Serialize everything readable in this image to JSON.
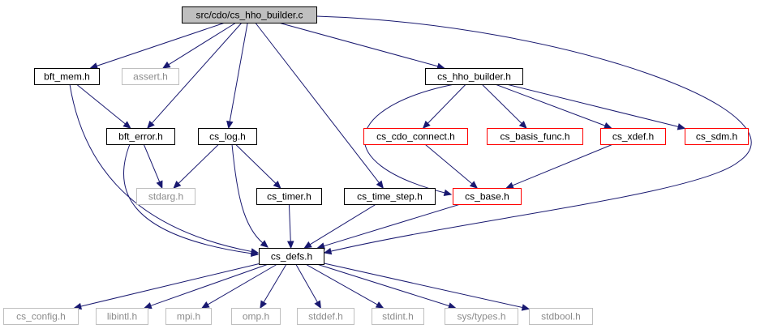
{
  "colors": {
    "edge": "#191970",
    "root_fill": "#bfbfbf",
    "solid_border": "#000000",
    "red_border": "#ff0000",
    "gray_border": "#bfbfbf",
    "gray_text": "#8c8c8c"
  },
  "nodes": {
    "cs_hho_builder_c": {
      "label": "src/cdo/cs_hho_builder.c",
      "style": "root"
    },
    "bft_mem_h": {
      "label": "bft_mem.h",
      "style": "solid"
    },
    "assert_h": {
      "label": "assert.h",
      "style": "gray"
    },
    "cs_hho_builder_h": {
      "label": "cs_hho_builder.h",
      "style": "solid"
    },
    "bft_error_h": {
      "label": "bft_error.h",
      "style": "solid"
    },
    "cs_log_h": {
      "label": "cs_log.h",
      "style": "solid"
    },
    "cs_cdo_connect_h": {
      "label": "cs_cdo_connect.h",
      "style": "red"
    },
    "cs_basis_func_h": {
      "label": "cs_basis_func.h",
      "style": "red"
    },
    "cs_xdef_h": {
      "label": "cs_xdef.h",
      "style": "red"
    },
    "cs_sdm_h": {
      "label": "cs_sdm.h",
      "style": "red"
    },
    "stdarg_h": {
      "label": "stdarg.h",
      "style": "gray"
    },
    "cs_timer_h": {
      "label": "cs_timer.h",
      "style": "solid"
    },
    "cs_time_step_h": {
      "label": "cs_time_step.h",
      "style": "solid"
    },
    "cs_base_h": {
      "label": "cs_base.h",
      "style": "red"
    },
    "cs_defs_h": {
      "label": "cs_defs.h",
      "style": "solid"
    },
    "cs_config_h": {
      "label": "cs_config.h",
      "style": "gray"
    },
    "libintl_h": {
      "label": "libintl.h",
      "style": "gray"
    },
    "mpi_h": {
      "label": "mpi.h",
      "style": "gray"
    },
    "omp_h": {
      "label": "omp.h",
      "style": "gray"
    },
    "stddef_h": {
      "label": "stddef.h",
      "style": "gray"
    },
    "stdint_h": {
      "label": "stdint.h",
      "style": "gray"
    },
    "sys_types_h": {
      "label": "sys/types.h",
      "style": "gray"
    },
    "stdbool_h": {
      "label": "stdbool.h",
      "style": "gray"
    }
  },
  "edges": [
    [
      "cs_hho_builder_c",
      "bft_mem_h"
    ],
    [
      "cs_hho_builder_c",
      "assert_h"
    ],
    [
      "cs_hho_builder_c",
      "bft_error_h"
    ],
    [
      "cs_hho_builder_c",
      "cs_log_h"
    ],
    [
      "cs_hho_builder_c",
      "cs_time_step_h"
    ],
    [
      "cs_hho_builder_c",
      "cs_hho_builder_h"
    ],
    [
      "cs_hho_builder_c",
      "cs_defs_h"
    ],
    [
      "bft_mem_h",
      "bft_error_h"
    ],
    [
      "bft_mem_h",
      "cs_defs_h"
    ],
    [
      "bft_error_h",
      "stdarg_h"
    ],
    [
      "bft_error_h",
      "cs_defs_h"
    ],
    [
      "cs_log_h",
      "stdarg_h"
    ],
    [
      "cs_log_h",
      "cs_timer_h"
    ],
    [
      "cs_log_h",
      "cs_defs_h"
    ],
    [
      "cs_timer_h",
      "cs_defs_h"
    ],
    [
      "cs_time_step_h",
      "cs_defs_h"
    ],
    [
      "cs_hho_builder_h",
      "cs_cdo_connect_h"
    ],
    [
      "cs_hho_builder_h",
      "cs_basis_func_h"
    ],
    [
      "cs_hho_builder_h",
      "cs_xdef_h"
    ],
    [
      "cs_hho_builder_h",
      "cs_sdm_h"
    ],
    [
      "cs_hho_builder_h",
      "cs_base_h"
    ],
    [
      "cs_cdo_connect_h",
      "cs_base_h"
    ],
    [
      "cs_xdef_h",
      "cs_base_h"
    ],
    [
      "cs_base_h",
      "cs_defs_h"
    ],
    [
      "cs_defs_h",
      "cs_config_h"
    ],
    [
      "cs_defs_h",
      "libintl_h"
    ],
    [
      "cs_defs_h",
      "mpi_h"
    ],
    [
      "cs_defs_h",
      "omp_h"
    ],
    [
      "cs_defs_h",
      "stddef_h"
    ],
    [
      "cs_defs_h",
      "stdint_h"
    ],
    [
      "cs_defs_h",
      "sys_types_h"
    ],
    [
      "cs_defs_h",
      "stdbool_h"
    ]
  ]
}
